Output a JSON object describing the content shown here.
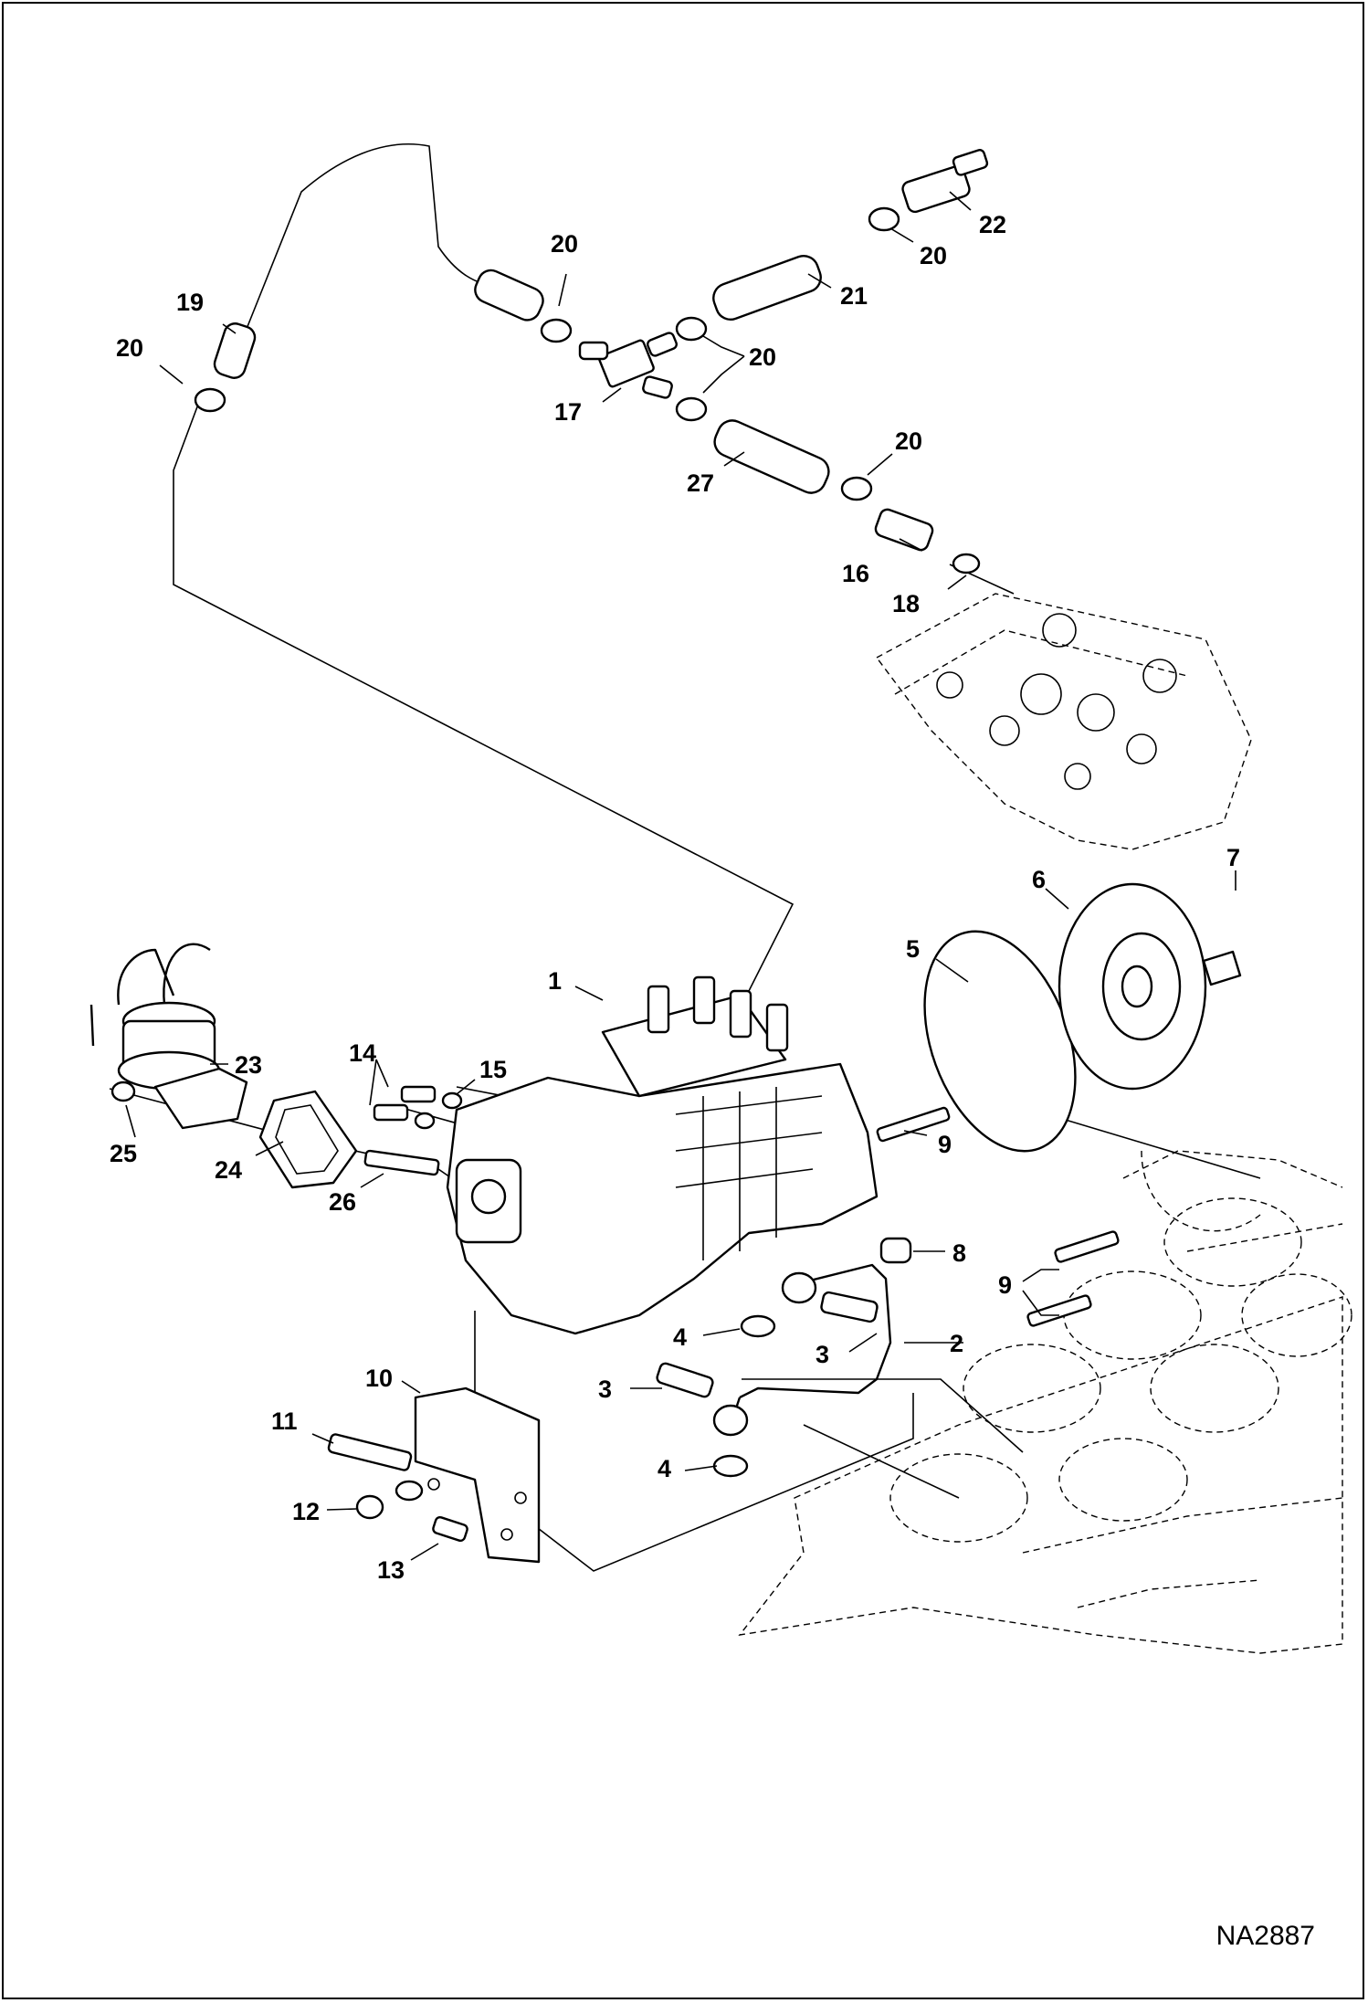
{
  "diagram": {
    "reference_code": "NA2887",
    "callouts": [
      "1",
      "2",
      "3",
      "3",
      "4",
      "4",
      "5",
      "6",
      "7",
      "8",
      "9",
      "9",
      "10",
      "11",
      "12",
      "13",
      "14",
      "15",
      "16",
      "17",
      "18",
      "19",
      "20",
      "20",
      "20",
      "20",
      "20",
      "21",
      "22",
      "23",
      "24",
      "25",
      "26",
      "27"
    ]
  }
}
